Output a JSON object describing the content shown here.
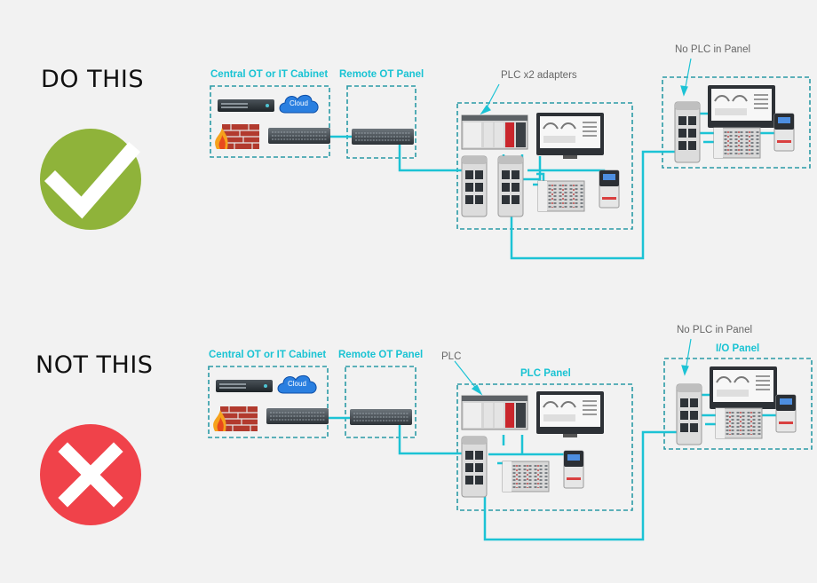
{
  "top": {
    "heading": "DO THIS",
    "central_label": "Central OT or IT Cabinet",
    "remote_label": "Remote OT Panel",
    "adapters_label": "PLC x2 adapters",
    "no_plc_label": "No PLC in Panel",
    "cloud_label": "Cloud"
  },
  "bottom": {
    "heading": "NOT THIS",
    "central_label": "Central OT or IT Cabinet",
    "remote_label": "Remote OT Panel",
    "plc_label": "PLC",
    "plc_panel_label": "PLC Panel",
    "no_plc_label": "No PLC in Panel",
    "io_panel_label": "I/O Panel",
    "cloud_label": "Cloud"
  },
  "colors": {
    "cable": "#1cc3d5",
    "check_green": "#8fb33a",
    "cross_red": "#f0424a",
    "dashed_border": "#2a9aa6"
  },
  "icons": [
    "check-icon",
    "cross-icon",
    "server-icon",
    "cloud-icon",
    "firewall-icon",
    "switch-icon",
    "plc-icon",
    "hmi-icon",
    "drive-icon",
    "io-module-icon"
  ]
}
